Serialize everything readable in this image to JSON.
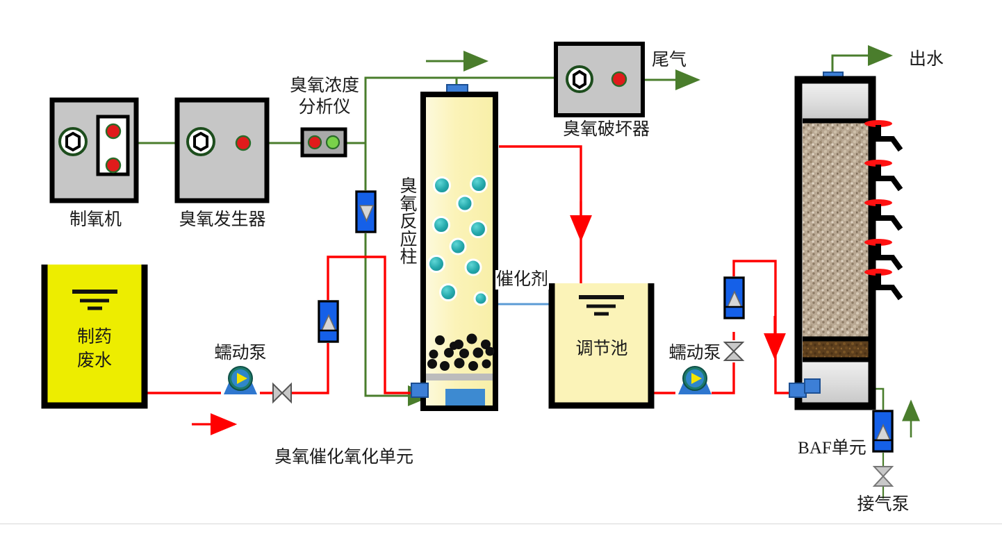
{
  "diagram": {
    "title_note": "Pharmaceutical wastewater ozone catalytic oxidation + BAF process flow diagram",
    "colors": {
      "gas_line": "#4a7d2c",
      "water_line": "#ff0000",
      "equipment_fill": "#c6c6c6",
      "equipment_stroke": "#000000",
      "tank_stroke": "#000000",
      "wastewater_fill": "#eded00",
      "pale_yellow_fill": "#fbf5c0",
      "bubble": "#2bb3b3",
      "valve_blue": "#1560e8",
      "catalyst_dot": "#101010",
      "tap_handle": "#ff1111",
      "callout_blue": "#5b9bd5",
      "media_gravel": "#b9a894",
      "media_dark": "#6b4a23",
      "water_gray": "#d6d6d6"
    }
  },
  "labels": {
    "oxygen_generator": "制氧机",
    "ozone_generator": "臭氧发生器",
    "ozone_analyzer_line1": "臭氧浓度",
    "ozone_analyzer_line2": "分析仪",
    "ozone_destructor": "臭氧破坏器",
    "tail_gas": "尾气",
    "ozone_reaction_column": "臭氧反应柱",
    "ozone_reaction_column_chars": [
      "臭",
      "氧",
      "反",
      "应",
      "柱"
    ],
    "catalyst": "催化剂",
    "pharma_wastewater_line1": "制药",
    "pharma_wastewater_line2": "废水",
    "peristaltic_pump_1": "蠕动泵",
    "peristaltic_pump_2": "蠕动泵",
    "equalization_tank": "调节池",
    "ozone_catalytic_oxidation_unit": "臭氧催化氧化单元",
    "baf_unit": "BAF单元",
    "effluent": "出水",
    "air_pump_connection": "接气泵"
  },
  "icons": {
    "oxygen_generator": "oxygen-generator-icon",
    "ozone_generator": "ozone-generator-icon",
    "analyzer": "ozone-analyzer-icon",
    "destructor": "ozone-destructor-icon",
    "pump": "peristaltic-pump-icon",
    "rotameter": "rotameter-flowmeter-icon",
    "butterfly_valve": "butterfly-valve-icon",
    "sampling_tap": "sampling-tap-icon",
    "diffuser": "gas-diffuser-icon",
    "flow_arrow": "flow-direction-arrow-icon"
  },
  "equipment": [
    {
      "id": "oxygen-generator",
      "name": "制氧机",
      "indicators": 2,
      "type": "panel"
    },
    {
      "id": "ozone-generator",
      "name": "臭氧发生器",
      "indicators": 1,
      "type": "panel"
    },
    {
      "id": "ozone-analyzer",
      "name": "臭氧浓度分析仪",
      "indicators": 2,
      "type": "small-panel"
    },
    {
      "id": "ozone-destructor",
      "name": "臭氧破坏器",
      "indicators": 1,
      "type": "panel"
    },
    {
      "id": "ozone-reaction-column",
      "name": "臭氧反应柱",
      "type": "column"
    },
    {
      "id": "equalization-tank",
      "name": "调节池",
      "type": "tank"
    },
    {
      "id": "wastewater-tank",
      "name": "制药废水",
      "type": "tank"
    },
    {
      "id": "baf-column",
      "name": "BAF单元",
      "type": "column",
      "taps": 5
    }
  ],
  "units": [
    {
      "id": "ozone-unit",
      "label": "臭氧催化氧化单元"
    },
    {
      "id": "baf-unit",
      "label": "BAF单元"
    }
  ],
  "streams": [
    {
      "id": "oxygen-to-ozone",
      "medium": "gas",
      "color": "#4a7d2c"
    },
    {
      "id": "ozone-to-analyzer",
      "medium": "gas",
      "color": "#4a7d2c"
    },
    {
      "id": "ozone-to-column",
      "medium": "gas",
      "color": "#4a7d2c"
    },
    {
      "id": "offgas-to-destructor",
      "medium": "gas",
      "color": "#4a7d2c"
    },
    {
      "id": "tail-gas-out",
      "medium": "gas",
      "color": "#4a7d2c",
      "label": "尾气"
    },
    {
      "id": "wastewater-to-column",
      "medium": "water",
      "color": "#ff0000"
    },
    {
      "id": "column-to-equalization",
      "medium": "water",
      "color": "#ff0000"
    },
    {
      "id": "equalization-to-baf",
      "medium": "water",
      "color": "#ff0000"
    },
    {
      "id": "baf-effluent",
      "medium": "water",
      "color": "#4a7d2c",
      "label": "出水"
    },
    {
      "id": "air-to-baf",
      "medium": "gas",
      "color": "#4a7d2c",
      "label": "接气泵"
    }
  ]
}
